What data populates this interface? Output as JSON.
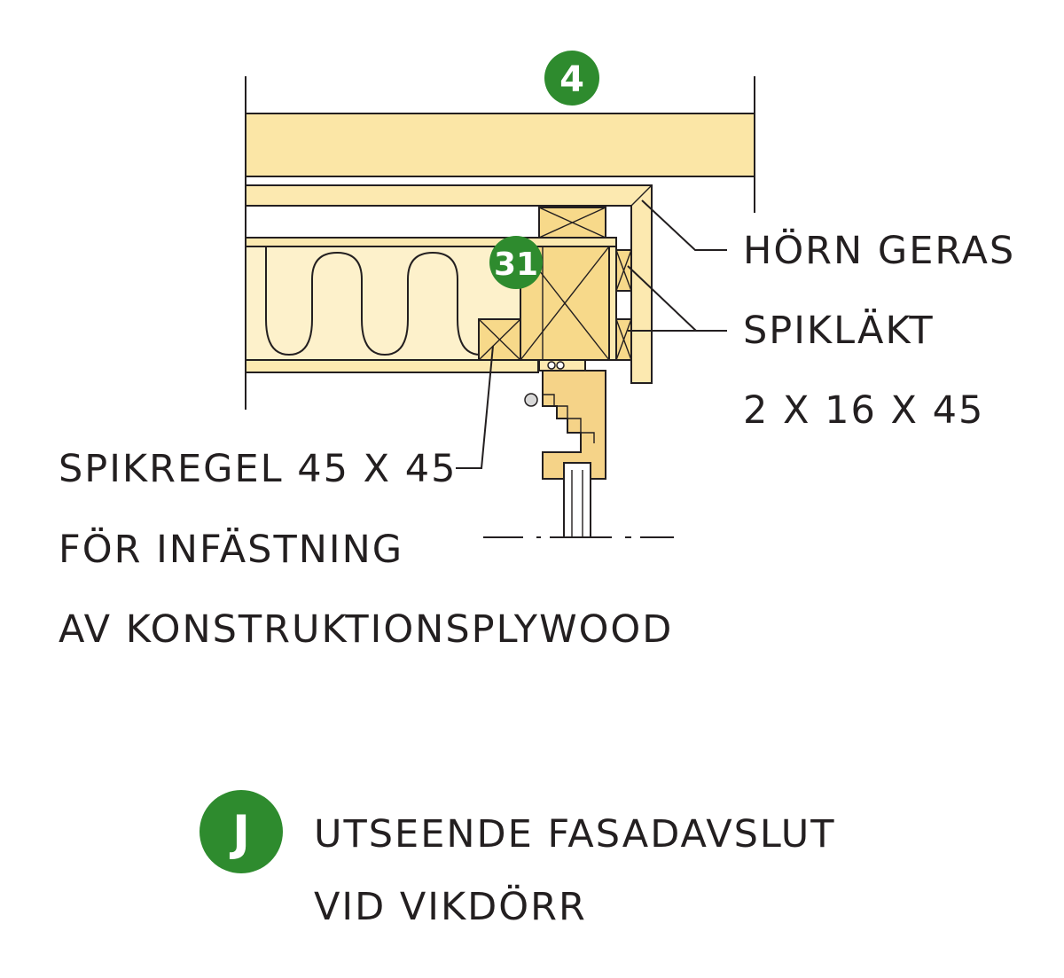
{
  "badges": {
    "top": "4",
    "mid": "31",
    "caption": "J"
  },
  "labels": {
    "horn_geras": "HÖRN GERAS",
    "spiklakt": "SPIKLÄKT",
    "spiklakt_dim": "2 X 16 X 45",
    "spikregel_1": "SPIKREGEL 45 X 45",
    "spikregel_2": "FÖR INFÄSTNING",
    "spikregel_3": "AV KONSTRUKTIONSPLYWOOD"
  },
  "caption": {
    "line1": "UTSEENDE FASADAVSLUT",
    "line2": "VID VIKDÖRR"
  },
  "colors": {
    "badge_green": "#2e8b2e",
    "wood": "#fbe6a6",
    "insulation": "#fdf1cb",
    "text": "#231f20"
  }
}
